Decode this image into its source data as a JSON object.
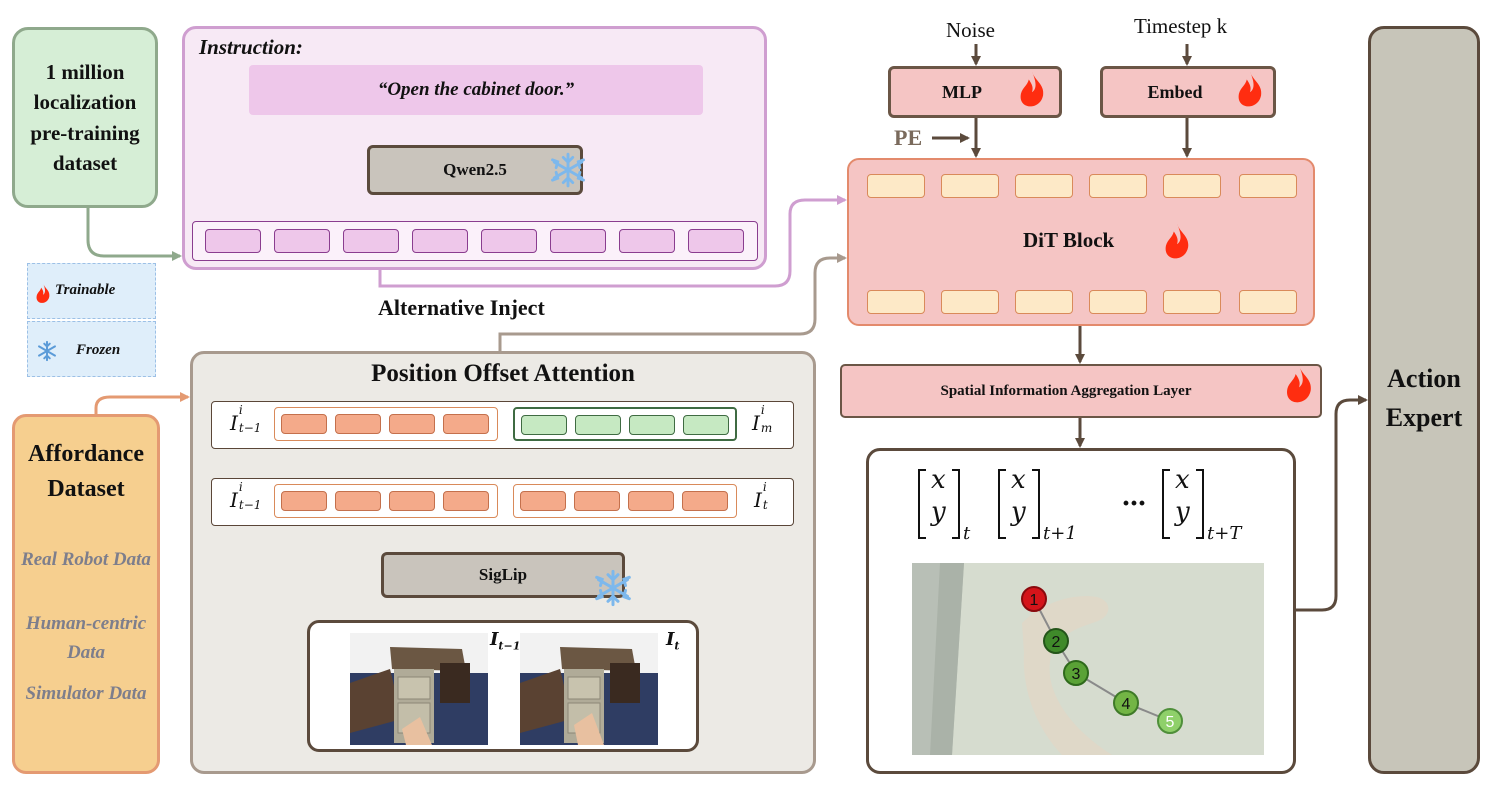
{
  "pretrain": {
    "text": "1 million localization pre-training dataset"
  },
  "legend": {
    "trainable": "Trainable",
    "frozen": "Frozen"
  },
  "instruction": {
    "title": "Instruction:",
    "prompt": "“Open the cabinet door.”",
    "encoder": "Qwen2.5"
  },
  "alt_inject": "Alternative Inject",
  "affordance": {
    "title": "Affordance Dataset",
    "items": [
      "Real Robot Data",
      "Human-centric Data",
      "Simulator Data"
    ]
  },
  "poa": {
    "title": "Position Offset Attention",
    "encoder": "SigLip",
    "row1_left": "I",
    "row1_left_sup": "i",
    "row1_left_sub": "t−1",
    "row1_right": "I",
    "row1_right_sup": "i",
    "row1_right_sub": "m",
    "row2_left": "I",
    "row2_left_sup": "i",
    "row2_left_sub": "t−1",
    "row2_right": "I",
    "row2_right_sup": "i",
    "row2_right_sub": "t",
    "img1_label": "I",
    "img1_sub": "t−1",
    "img2_label": "I",
    "img2_sub": "t"
  },
  "dit": {
    "noise": "Noise",
    "timestep": "Timestep k",
    "mlp": "MLP",
    "embed": "Embed",
    "pe": "PE",
    "block": "DiT Block",
    "sial": "Spatial Information Aggregation Layer"
  },
  "traj": {
    "x": "x",
    "y": "y",
    "sub1": "t",
    "sub2": "t+1",
    "sub3": "t+T",
    "dots": "···",
    "points": [
      "1",
      "2",
      "3",
      "4",
      "5"
    ]
  },
  "action_expert": "Action Expert",
  "colors": {
    "trainable_fill": "#f5c5c4",
    "frozen_fill": "#c9c4bc",
    "instruction_bg": "#f7e9f5",
    "poa_bg": "#eceae5",
    "affordance_bg": "#f6cf8f",
    "pretrain_bg": "#d6eed6",
    "action_bg": "#c7c5b9",
    "fire": "#ff2d10",
    "snow": "#7db8ec"
  }
}
